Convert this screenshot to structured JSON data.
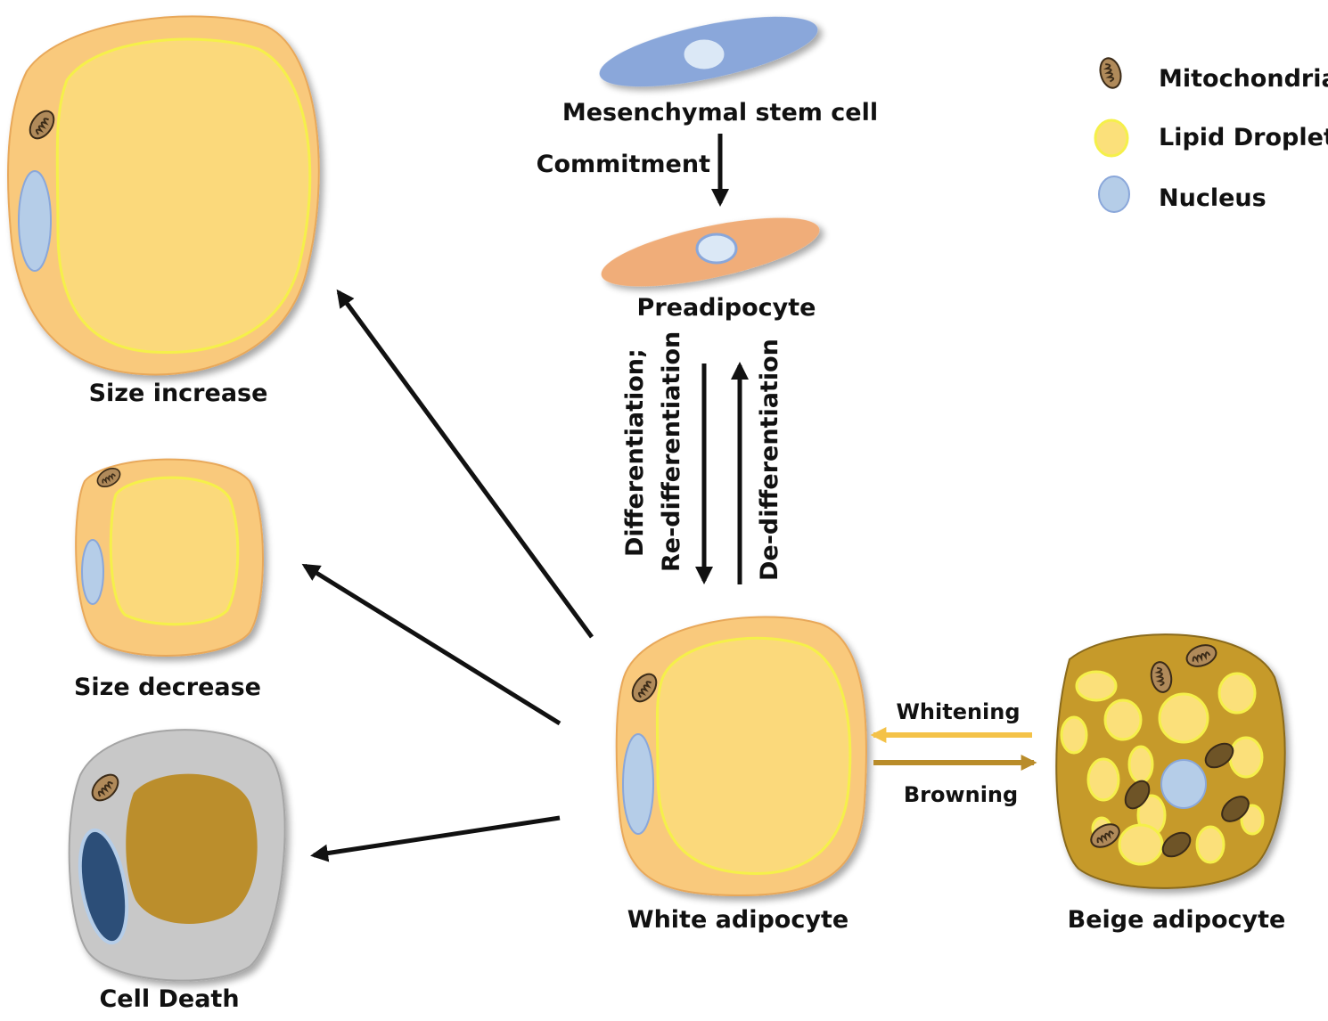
{
  "labels": {
    "mesenchymal_stem_cell": "Mesenchymal stem cell",
    "commitment": "Commitment",
    "preadipocyte": "Preadipocyte",
    "differentiation": "Differentiation;",
    "re_differentiation": "Re-differentiation",
    "de_differentiation": "De-differentiation",
    "white_adipocyte": "White adipocyte",
    "beige_adipocyte": "Beige adipocyte",
    "whitening": "Whitening",
    "browning": "Browning",
    "size_increase": "Size increase",
    "size_decrease": "Size decrease",
    "cell_death": "Cell Death"
  },
  "legend": {
    "mitochondria": "Mitochondria",
    "lipid_droplet": "Lipid Droplet",
    "nucleus": "Nucleus"
  },
  "colors": {
    "cytoplasm": "#f9c97c",
    "lipid": "#fbd97b",
    "lipid_border": "#f5f04a",
    "nucleus": "#b5cde8",
    "stem_cell": "#8aa7da",
    "preadipocyte": "#f0ad79",
    "beige_cytoplasm": "#c69a2a",
    "whitening_arrow": "#f4c248",
    "browning_arrow": "#b98c2a",
    "dead_cytoplasm": "#c8c8c8",
    "dead_lipid": "#bb8e2c",
    "dead_nucleus": "#2c4e78"
  }
}
